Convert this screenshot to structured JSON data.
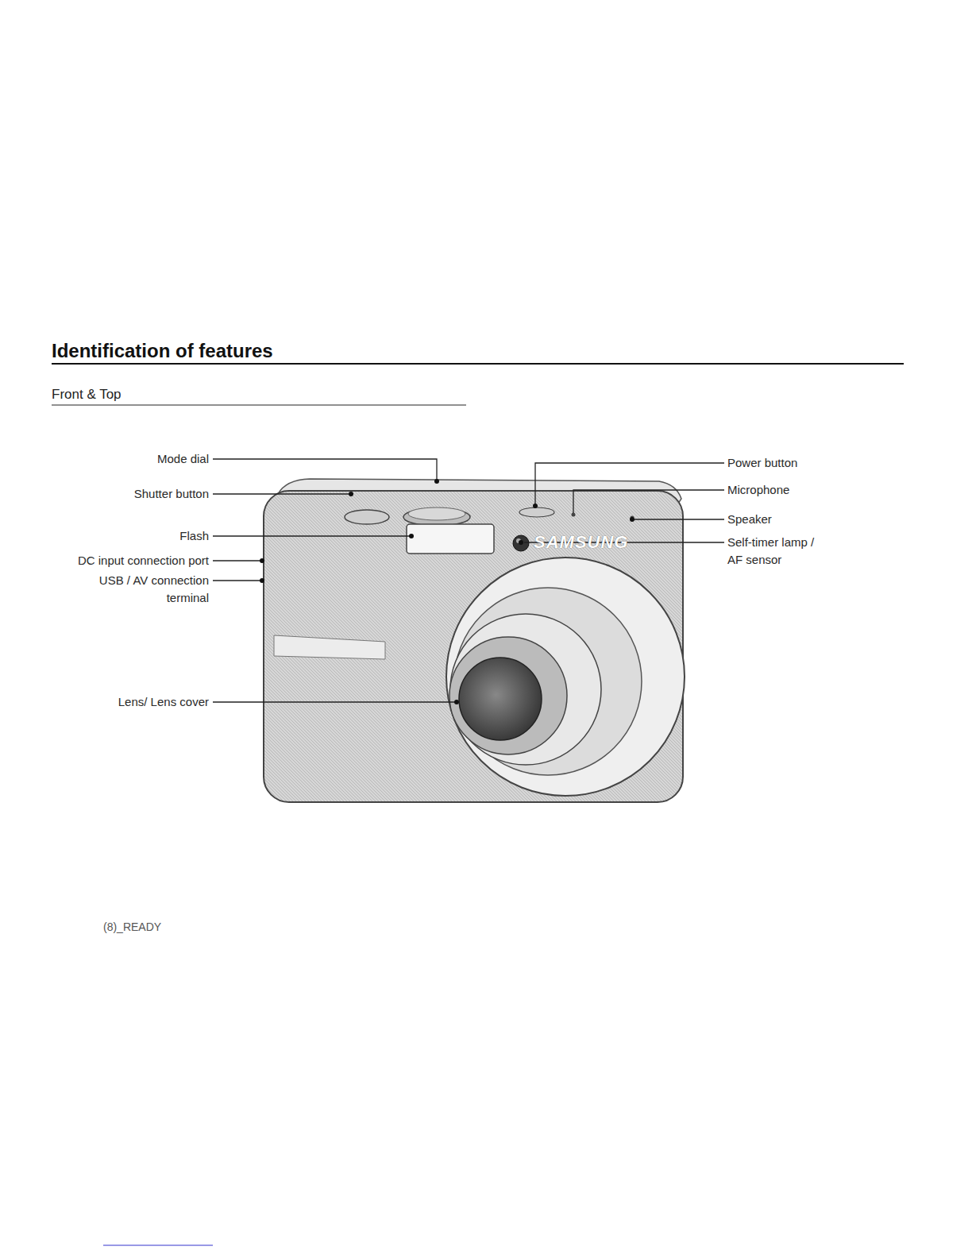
{
  "diagram": {
    "title": "Identification of features",
    "labels": [
      "Front & Top",
      "Mode dial",
      "Shutter button",
      "Flash",
      "DC input connection port",
      "USB / AV connection terminal",
      "Lens/ Lens cover",
      "Power button",
      "Microphone",
      "Speaker",
      "Self-timer lamp / AF sensor",
      "SAMSUNG",
      "(8)_READY"
    ]
  }
}
